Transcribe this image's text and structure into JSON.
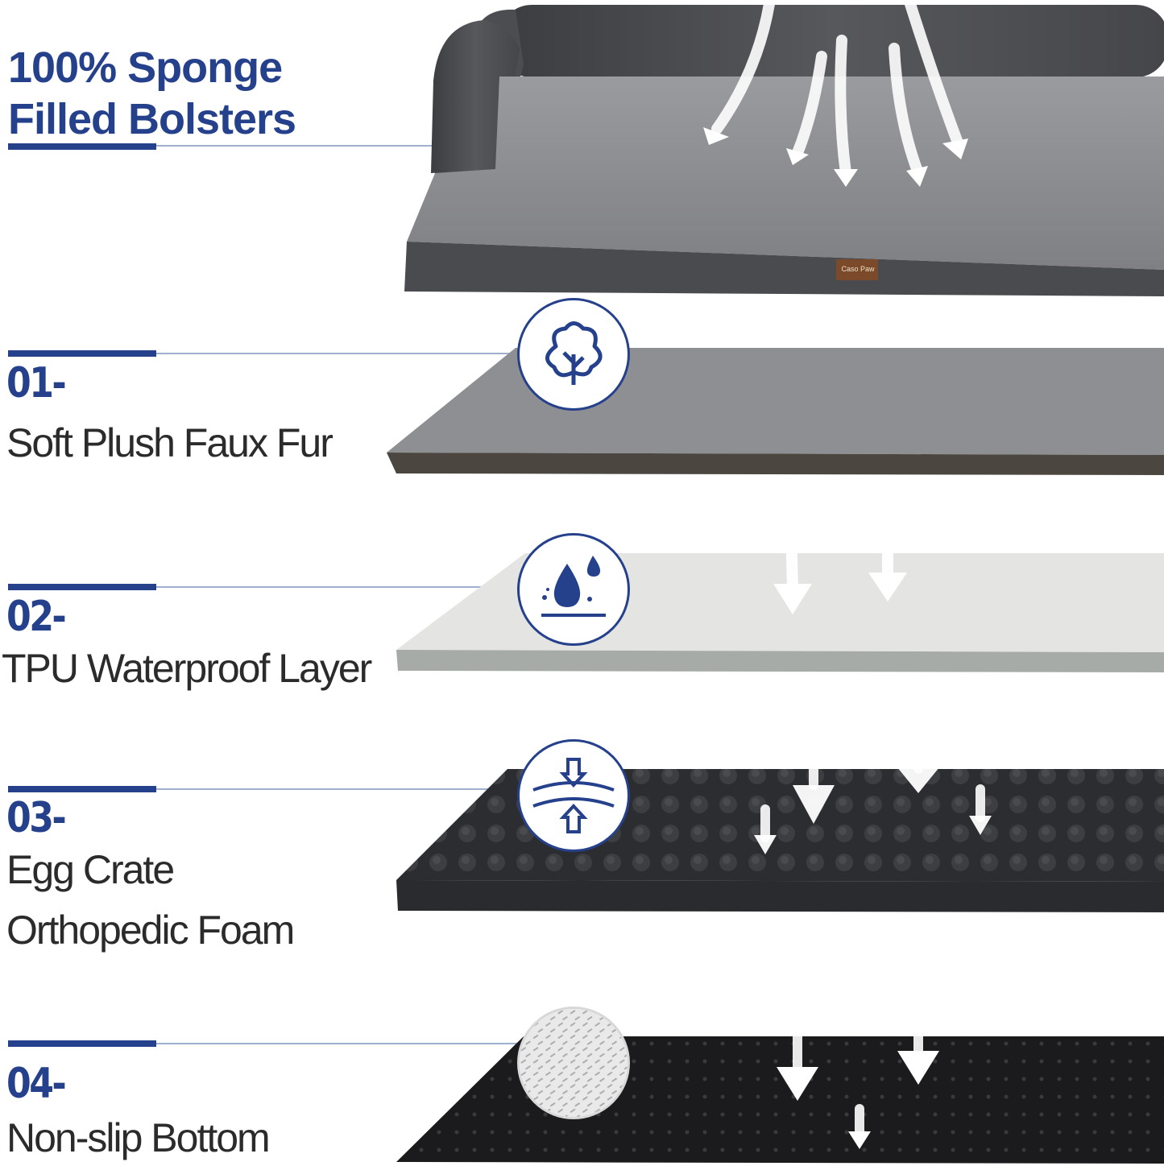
{
  "headline": {
    "line1": "100% Sponge",
    "line2": "Filled Bolsters"
  },
  "layers": [
    {
      "number": "01-",
      "label_lines": [
        "Soft Plush Faux Fur"
      ],
      "icon": "cotton-icon"
    },
    {
      "number": "02-",
      "label_lines": [
        "TPU Waterproof Layer"
      ],
      "icon": "water-drop-icon"
    },
    {
      "number": "03-",
      "label_lines": [
        "Egg Crate",
        "Orthopedic Foam"
      ],
      "icon": "foam-compression-icon"
    },
    {
      "number": "04-",
      "label_lines": [
        "Non-slip Bottom"
      ],
      "icon": "non-slip-texture-icon"
    }
  ],
  "brand_tag": "Caso Paw",
  "colors": {
    "accent": "#26418c",
    "text": "#2b2b2b",
    "bed_dark": "#4a4b4f",
    "fur": "#8f9094",
    "waterproof": "#e6e7e6",
    "foam": "#2c2d30",
    "bottom": "#1b1b1d"
  }
}
